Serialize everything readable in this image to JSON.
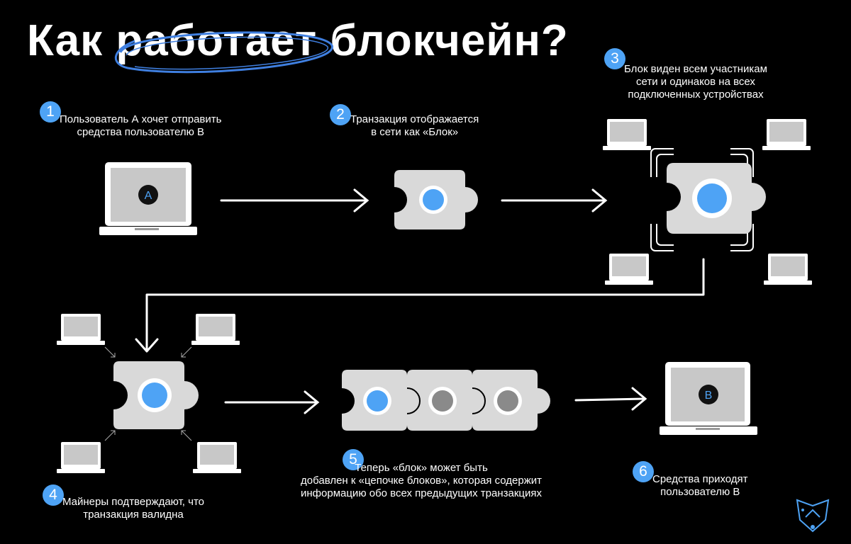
{
  "title": {
    "word1": "Как",
    "word2": "работает",
    "word3": "блокчейн?"
  },
  "steps": [
    {
      "num": "1",
      "lines": [
        "Пользователь А хочет отправить",
        "средства пользователю В"
      ]
    },
    {
      "num": "2",
      "lines": [
        "Транзакция отображается",
        "в сети как «Блок»"
      ]
    },
    {
      "num": "3",
      "lines": [
        "Блок виден всем участникам",
        "сети и одинаков на всех",
        "подключенных устройствах"
      ]
    },
    {
      "num": "4",
      "lines": [
        "Майнеры подтверждают, что",
        "транзакция валидна"
      ]
    },
    {
      "num": "5",
      "lines": [
        "Теперь «блок» может быть",
        "добавлен к «цепочке блоков», которая содержит",
        "информацию обо всех предыдущих транзакциях"
      ]
    },
    {
      "num": "6",
      "lines": [
        "Средства приходят",
        "пользователю В"
      ]
    }
  ],
  "laptops": {
    "sender_label": "A",
    "receiver_label": "B"
  },
  "colors": {
    "background": "#000000",
    "accent_blue": "#4ea3f5",
    "block_gray": "#d9d9d9",
    "dot_gray": "#8a8a8a",
    "laptop_screen": "#c8c8c8"
  },
  "icons": [
    "laptop-icon",
    "puzzle-block-icon",
    "arrow-icon",
    "shield-logo-icon"
  ]
}
